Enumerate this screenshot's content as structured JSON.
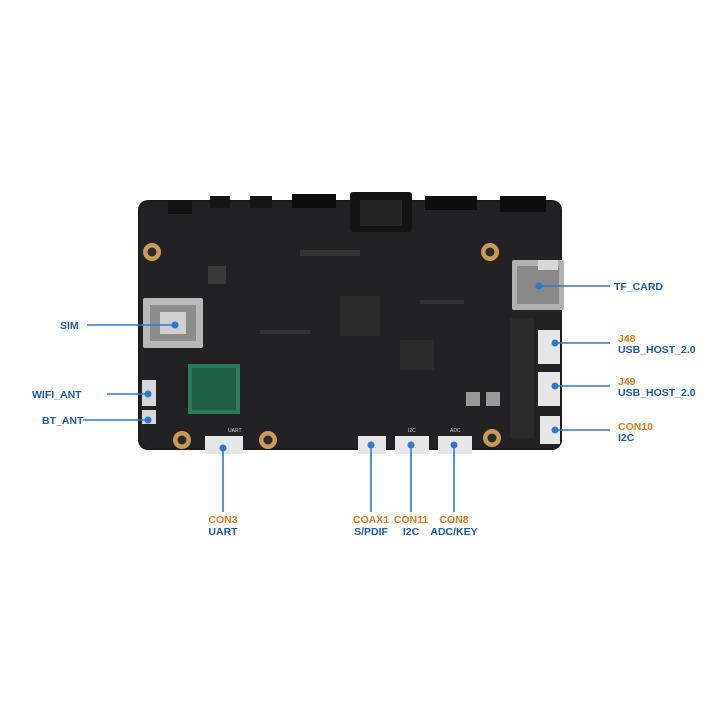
{
  "colors": {
    "accent_orange": "#e8771e",
    "accent_blue": "#1a5aa8",
    "board": "#1c1c1e",
    "leader_line": "#2f78d2"
  },
  "labels": {
    "tf_card": "TF_CARD",
    "sim": "SIM",
    "j48": {
      "name": "J48",
      "desc": "USB_HOST_2.0"
    },
    "j49": {
      "name": "J49",
      "desc": "USB_HOST_2.0"
    },
    "con10": {
      "name": "CON10",
      "desc": "I2C"
    },
    "wifi_ant": "WIFI_ANT",
    "bt_ant": "BT_ANT",
    "con3": {
      "name": "CON3",
      "desc": "UART"
    },
    "coax1": {
      "name": "COAX1",
      "desc": "S/PDIF"
    },
    "con11": {
      "name": "CON11",
      "desc": "I2C"
    },
    "con8": {
      "name": "CON8",
      "desc": "ADC/KEY"
    }
  },
  "silkscreen": {
    "uart": "UART",
    "i2c": "I2C",
    "adc": "ADC"
  }
}
